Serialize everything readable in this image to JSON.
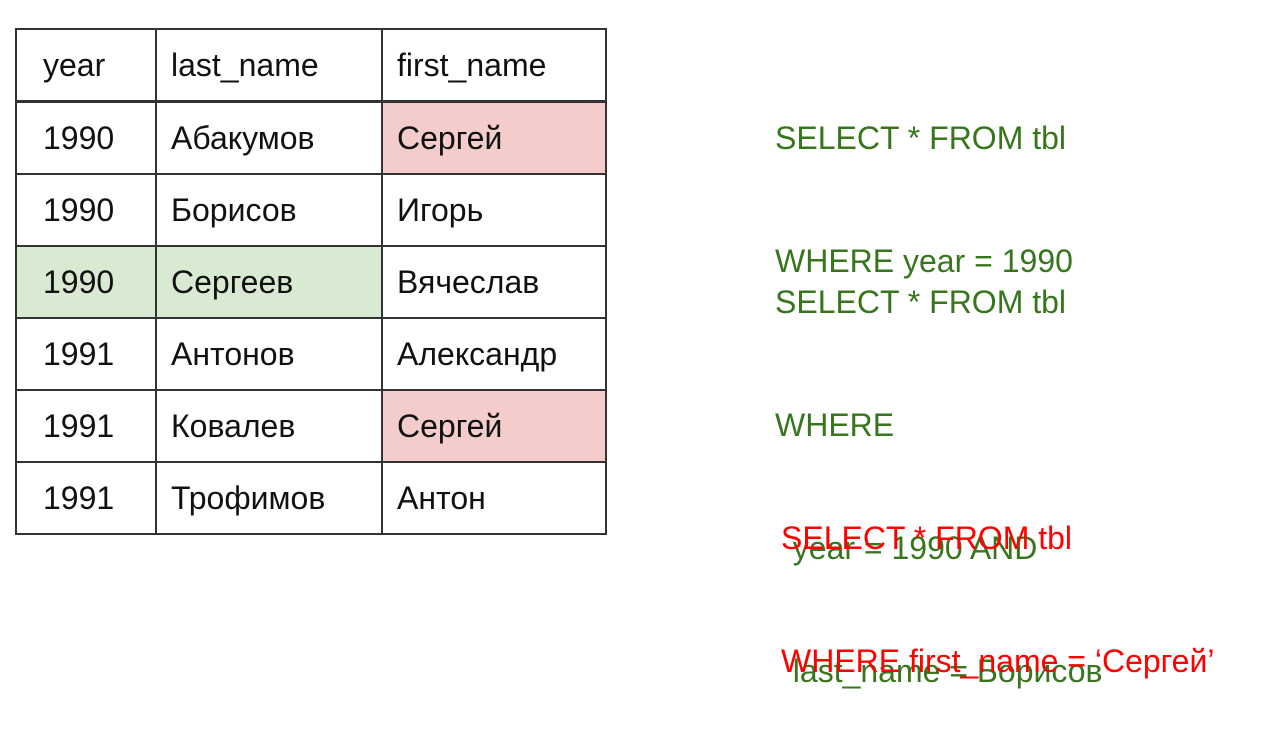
{
  "table": {
    "headers": [
      "year",
      "last_name",
      "first_name"
    ],
    "rows": [
      {
        "year": "1990",
        "last_name": "Абакумов",
        "first_name": "Сергей"
      },
      {
        "year": "1990",
        "last_name": "Борисов",
        "first_name": "Игорь"
      },
      {
        "year": "1990",
        "last_name": "Сергеев",
        "first_name": "Вячеслав"
      },
      {
        "year": "1991",
        "last_name": "Антонов",
        "first_name": "Александр"
      },
      {
        "year": "1991",
        "last_name": "Ковалев",
        "first_name": "Сергей"
      },
      {
        "year": "1991",
        "last_name": "Трофимов",
        "first_name": "Антон"
      }
    ]
  },
  "highlights": {
    "red_fill": "#f4cccc",
    "green_fill": "#d9ead3"
  },
  "queries": [
    {
      "color": "#38761d",
      "lines": [
        "SELECT * FROM tbl",
        "WHERE year = 1990"
      ]
    },
    {
      "color": "#38761d",
      "lines": [
        "SELECT * FROM tbl",
        "WHERE",
        "  year = 1990 AND",
        "  last_name = Борисов"
      ]
    },
    {
      "color": "#ff0000",
      "lines": [
        "SELECT * FROM tbl",
        "WHERE first_name = ‘Сергей’"
      ]
    }
  ]
}
